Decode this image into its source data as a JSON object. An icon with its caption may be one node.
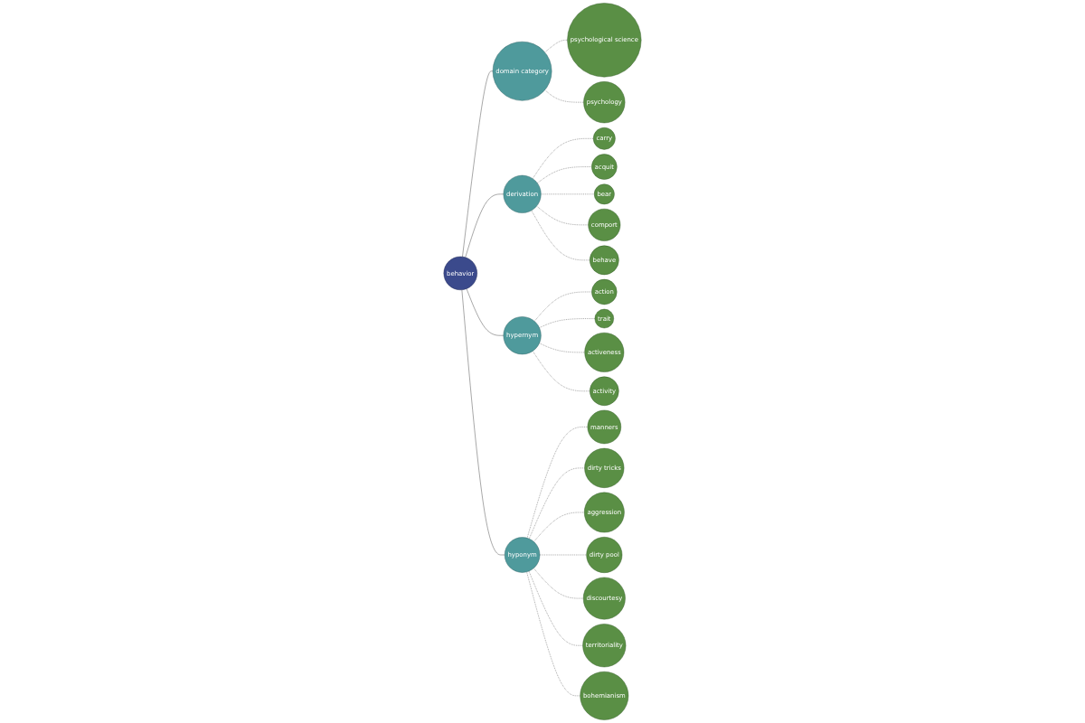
{
  "diagram": {
    "nodes": [
      {
        "text": [
          "behavior"
        ]
      },
      {
        "text": [
          "domain category"
        ]
      },
      {
        "text": [
          "psychological science"
        ]
      },
      {
        "text": [
          "psychology"
        ]
      },
      {
        "text": [
          "derivation"
        ]
      },
      {
        "text": [
          "carry"
        ]
      },
      {
        "text": [
          "acquit"
        ]
      },
      {
        "text": [
          "bear"
        ]
      },
      {
        "text": [
          "comport"
        ]
      },
      {
        "text": [
          "behave"
        ]
      },
      {
        "text": [
          "hypernym"
        ]
      },
      {
        "text": [
          "action"
        ]
      },
      {
        "text": [
          "trait"
        ]
      },
      {
        "text": [
          "activeness"
        ]
      },
      {
        "text": [
          "activity"
        ]
      },
      {
        "text": [
          "hyponym"
        ]
      },
      {
        "text": [
          "manners"
        ]
      },
      {
        "text": [
          "dirty tricks"
        ]
      },
      {
        "text": [
          "aggression"
        ]
      },
      {
        "text": [
          "dirty pool"
        ]
      },
      {
        "text": [
          "discourtesy"
        ]
      },
      {
        "text": [
          "territoriality"
        ]
      },
      {
        "text": [
          "bohemianism"
        ]
      }
    ],
    "edges": [
      {
        "from": 0,
        "to": 1,
        "arrow": "none"
      },
      {
        "from": 0,
        "to": 4,
        "arrow": "none"
      },
      {
        "from": 0,
        "to": 10,
        "arrow": "none"
      },
      {
        "from": 0,
        "to": 15,
        "arrow": "none"
      },
      {
        "from": 1,
        "to": 2,
        "arrow": "none",
        "style": "dashed"
      },
      {
        "from": 1,
        "to": 3,
        "arrow": "none",
        "style": "dashed"
      },
      {
        "from": 4,
        "to": 5,
        "arrow": "none",
        "style": "dashed"
      },
      {
        "from": 4,
        "to": 6,
        "arrow": "none",
        "style": "dashed"
      },
      {
        "from": 4,
        "to": 7,
        "arrow": "none",
        "style": "dashed"
      },
      {
        "from": 4,
        "to": 8,
        "arrow": "none",
        "style": "dashed"
      },
      {
        "from": 4,
        "to": 9,
        "arrow": "none",
        "style": "dashed"
      },
      {
        "from": 10,
        "to": 11,
        "arrow": "none",
        "style": "dashed"
      },
      {
        "from": 10,
        "to": 12,
        "arrow": "none",
        "style": "dashed"
      },
      {
        "from": 10,
        "to": 13,
        "arrow": "none",
        "style": "dashed"
      },
      {
        "from": 10,
        "to": 14,
        "arrow": "none",
        "style": "dashed"
      },
      {
        "from": 15,
        "to": 16,
        "arrow": "none",
        "style": "dashed"
      },
      {
        "from": 15,
        "to": 17,
        "arrow": "none",
        "style": "dashed"
      },
      {
        "from": 15,
        "to": 18,
        "arrow": "none",
        "style": "dashed"
      },
      {
        "from": 15,
        "to": 19,
        "arrow": "none",
        "style": "dashed"
      },
      {
        "from": 15,
        "to": 20,
        "arrow": "none",
        "style": "dashed"
      },
      {
        "from": 15,
        "to": 21,
        "arrow": "none",
        "style": "dashed"
      },
      {
        "from": 15,
        "to": 22,
        "arrow": "none",
        "style": "dashed"
      }
    ]
  }
}
